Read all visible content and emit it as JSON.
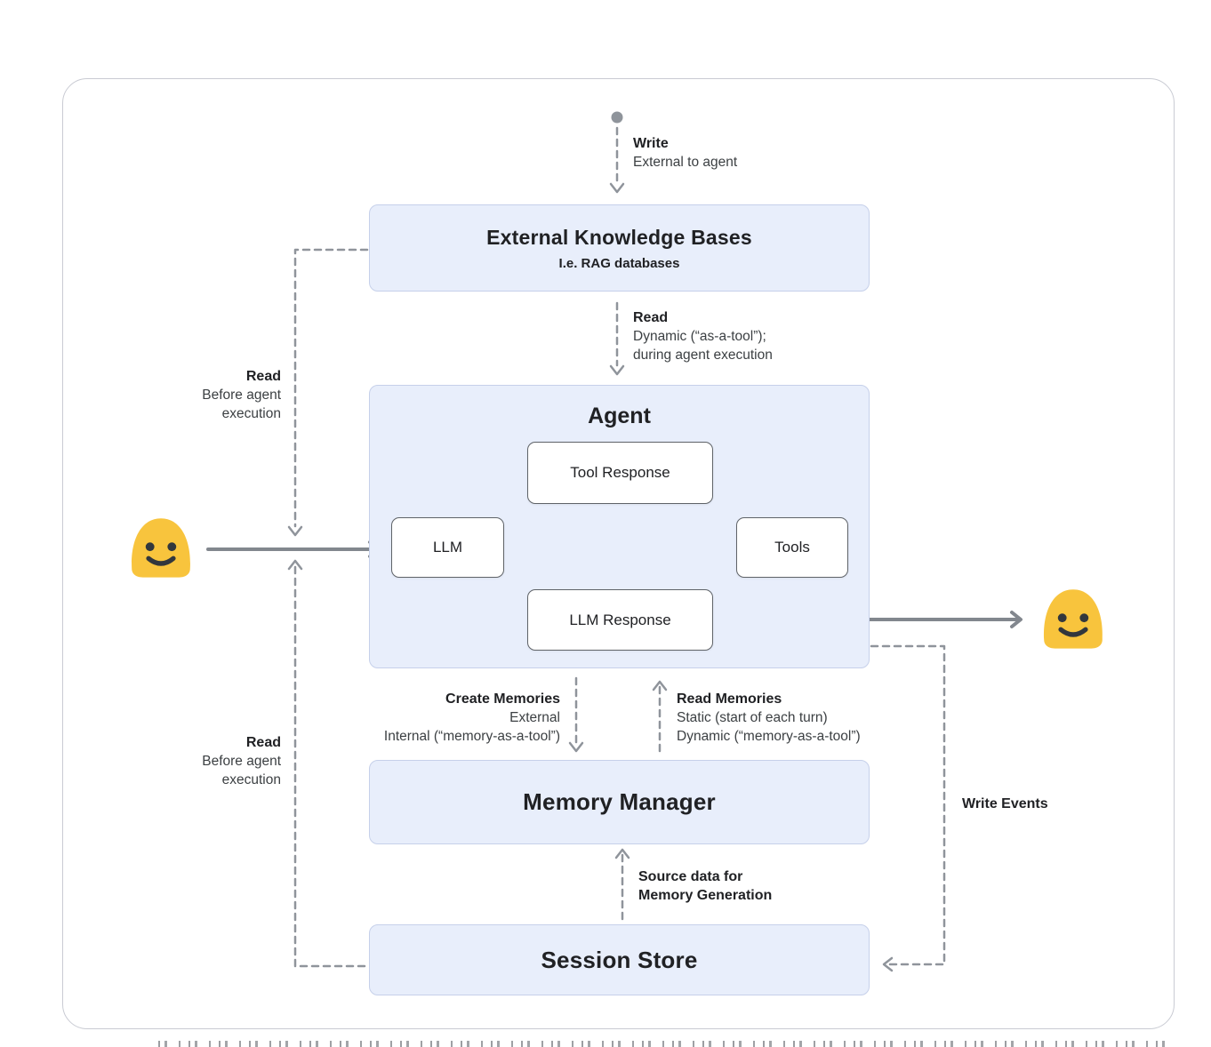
{
  "nodes": {
    "external_knowledge_bases": {
      "title": "External Knowledge Bases",
      "subtitle": "I.e. RAG databases"
    },
    "agent": {
      "title": "Agent",
      "tool_response": "Tool Response",
      "llm": "LLM",
      "tools": "Tools",
      "llm_response": "LLM Response"
    },
    "memory_manager": {
      "title": "Memory Manager"
    },
    "session_store": {
      "title": "Session Store"
    }
  },
  "labels": {
    "write": {
      "title": "Write",
      "line1": "External to agent"
    },
    "read_dynamic": {
      "title": "Read",
      "line1": "Dynamic (“as-a-tool”);",
      "line2": "during agent execution"
    },
    "read_before_top": {
      "title": "Read",
      "line1": "Before agent",
      "line2": "execution"
    },
    "read_before_bottom": {
      "title": "Read",
      "line1": "Before agent",
      "line2": "execution"
    },
    "create_memories": {
      "title": "Create Memories",
      "line1": "External",
      "line2": "Internal (“memory-as-a-tool”)"
    },
    "read_memories": {
      "title": "Read Memories",
      "line1": "Static (start of each turn)",
      "line2": "Dynamic (“memory-as-a-tool”)"
    },
    "source_data": {
      "line1": "Source data for",
      "line2": "Memory Generation"
    },
    "write_events": {
      "title": "Write Events"
    }
  },
  "icons": {
    "user_left": "blob-smiley-user",
    "user_right": "blob-smiley-user",
    "start_dot": "flow-start-dot"
  },
  "colors": {
    "panel_fill": "#e8eefb",
    "panel_border": "#c6d0ea",
    "node_border": "#5f6368",
    "solid_arrow": "#82878e",
    "dashed_arrow": "#8f949b",
    "smiley_yellow": "#f8c43d",
    "text_primary": "#202124",
    "text_secondary": "#3c4043",
    "frame_border": "#c9cbd3"
  }
}
